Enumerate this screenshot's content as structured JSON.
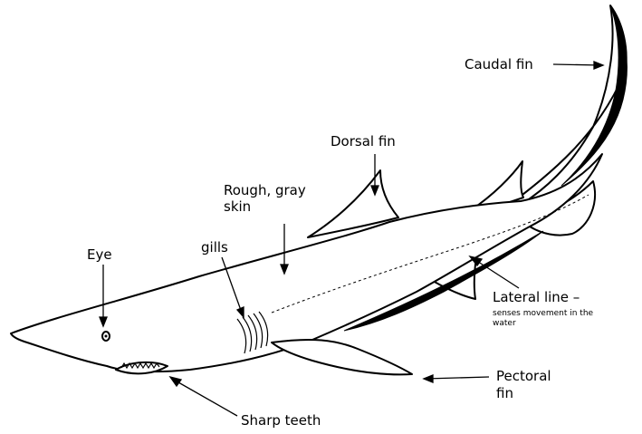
{
  "labels": {
    "caudal_fin": "Caudal fin",
    "dorsal_fin": "Dorsal fin",
    "rough_skin_line1": "Rough, gray",
    "rough_skin_line2": "skin",
    "eye": "Eye",
    "gills": "gills",
    "lateral_line": "Lateral line –",
    "lateral_line_desc_line1": "senses movement in the",
    "lateral_line_desc_line2": "water",
    "pectoral_fin_line1": "Pectoral",
    "pectoral_fin_line2": "fin",
    "sharp_teeth": "Sharp teeth"
  },
  "colors": {
    "ink": "#000000",
    "background": "#ffffff"
  }
}
